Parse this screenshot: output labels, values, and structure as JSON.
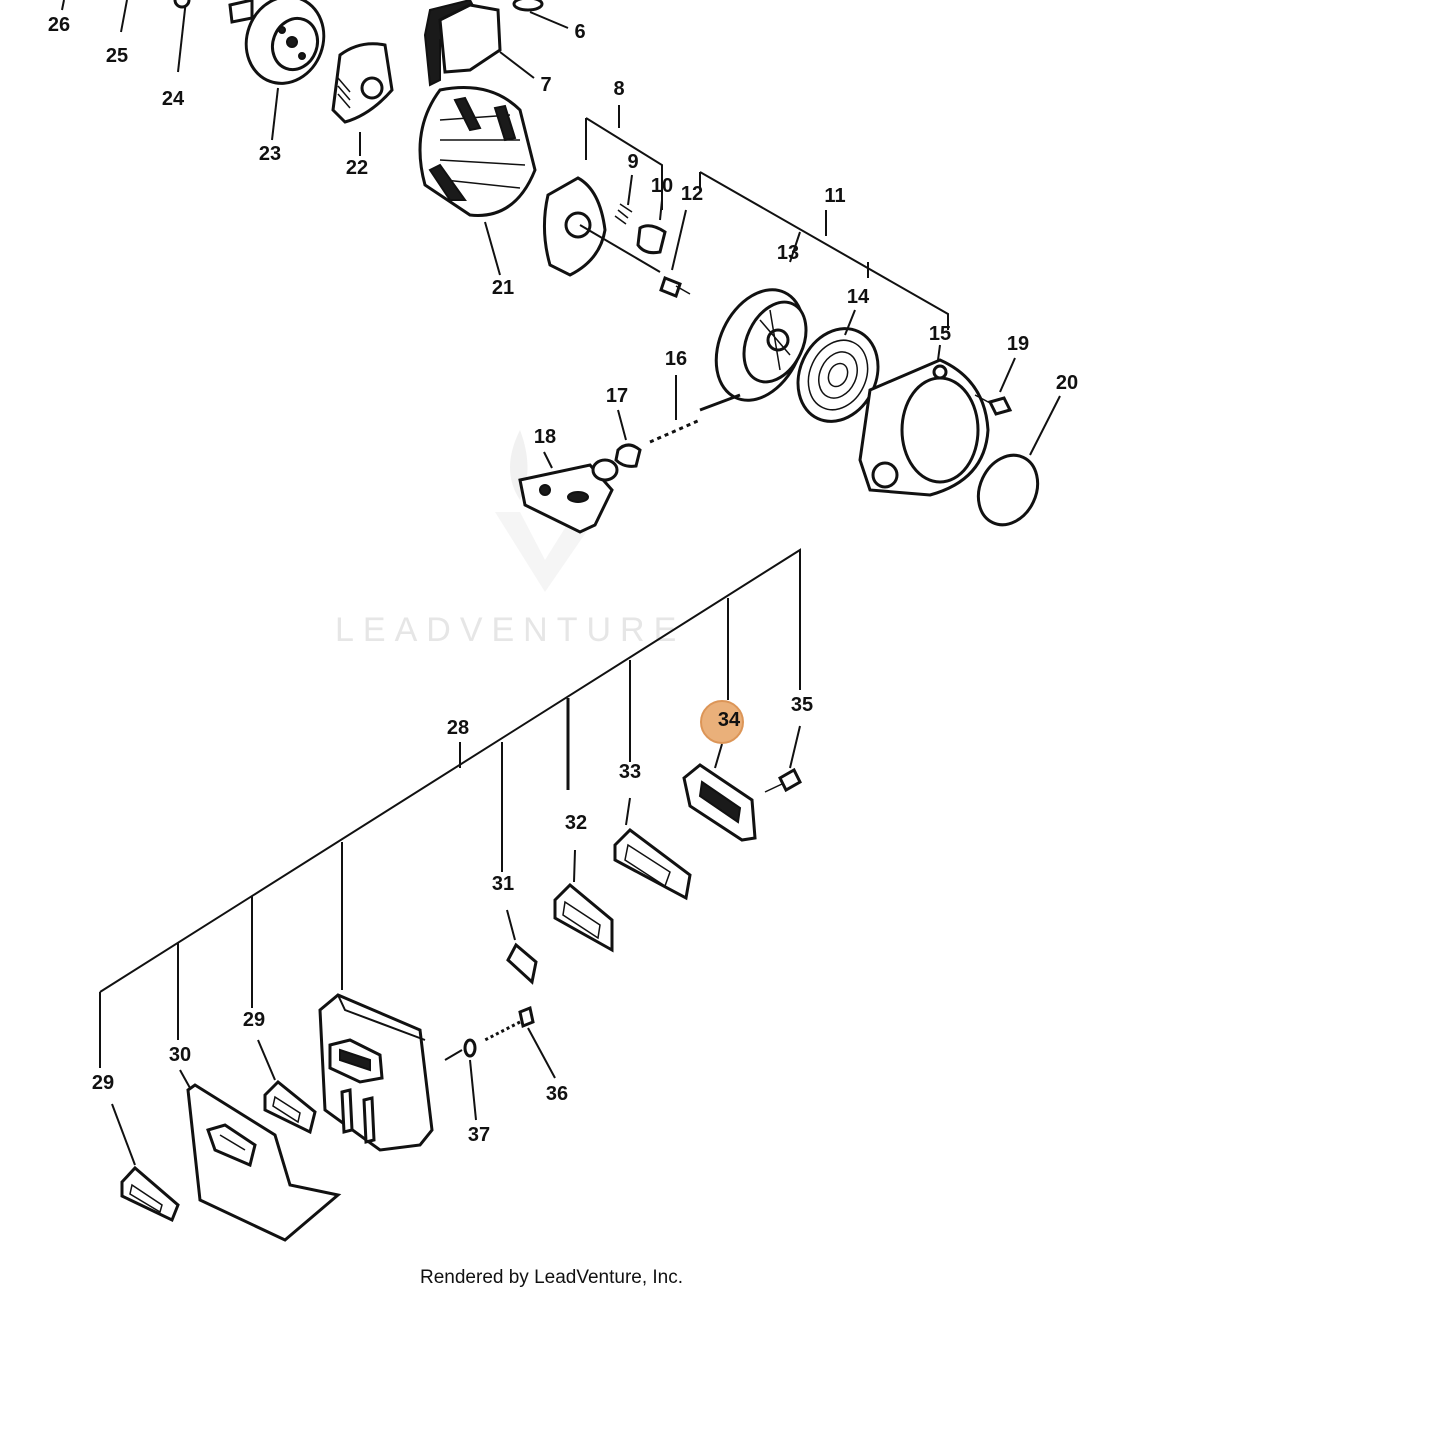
{
  "watermark": "LEADVENTURE",
  "credit": "Rendered by LeadVenture, Inc.",
  "highlight_color": "#e8a86c",
  "highlighted_callout": "34",
  "callouts": [
    "26",
    "25",
    "24",
    "23",
    "22",
    "6",
    "7",
    "8",
    "9",
    "10",
    "12",
    "11",
    "13",
    "21",
    "14",
    "15",
    "19",
    "20",
    "16",
    "17",
    "18",
    "28",
    "34",
    "35",
    "33",
    "32",
    "31",
    "29",
    "30",
    "29",
    "36",
    "37"
  ]
}
